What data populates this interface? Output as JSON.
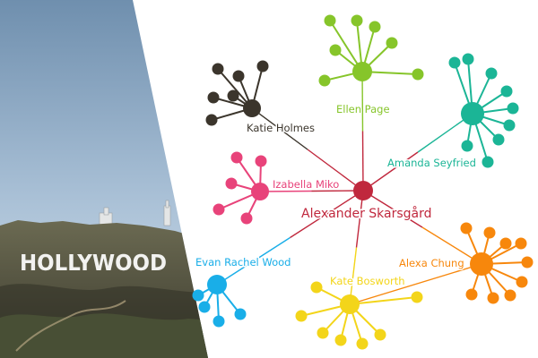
{
  "photo": {
    "sign_text": "HOLLYWOOD",
    "colors": {
      "sky_top": "#6f8fae",
      "sky_bottom": "#c7d8e6",
      "hill": "#5c5a45",
      "hill_dark": "#3a3a2c",
      "letters": "#f2f2f0"
    }
  },
  "network": {
    "colors": {
      "center": "#c0283d",
      "katie": "#3b352c",
      "ellen": "#86c52a",
      "amanda": "#1bb596",
      "izabella": "#e8437a",
      "evan": "#19aee8",
      "kate": "#f3d51a",
      "alexa": "#f7870c"
    },
    "hub_labels": {
      "center": "Alexander Skarsgård",
      "katie": "Katie Holmes",
      "ellen": "Ellen Page",
      "amanda": "Amanda Seyfried",
      "izabella": "Izabella Miko",
      "evan": "Evan Rachel Wood",
      "kate": "Kate Bosworth",
      "alexa": "Alexa Chung"
    }
  }
}
